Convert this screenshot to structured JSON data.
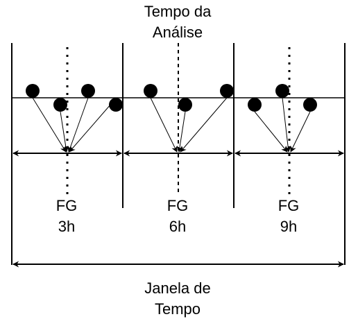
{
  "diagram": {
    "top_label": [
      "Tempo da",
      "Análise"
    ],
    "bottom_label": [
      "Janela de",
      "Tempo"
    ],
    "forecasts": [
      {
        "line1": "FG",
        "line2": "3h"
      },
      {
        "line1": "FG",
        "line2": "6h"
      },
      {
        "line1": "FG",
        "line2": "9h"
      }
    ],
    "colors": {
      "stroke": "#000000",
      "text": "#000000",
      "background": "#ffffff"
    }
  }
}
